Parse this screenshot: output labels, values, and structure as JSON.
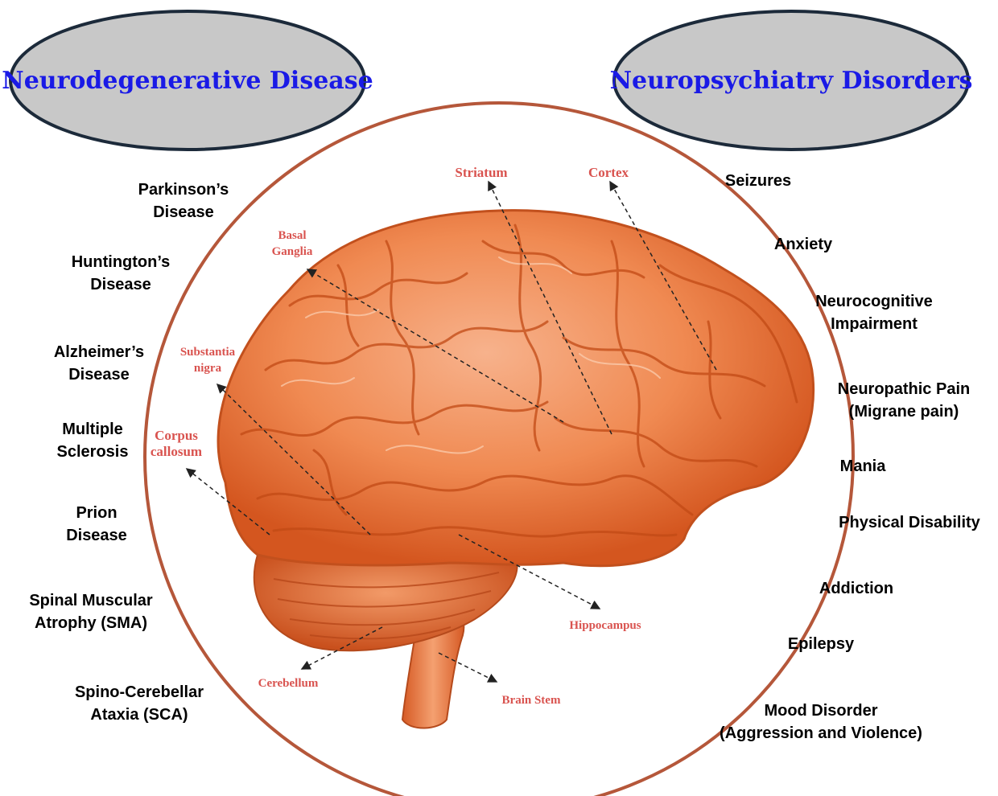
{
  "headers": {
    "left": "Neurodegenerative Disease",
    "right": "Neuropsychiatry Disorders"
  },
  "neurodegenerative": [
    "Parkinson’s\nDisease",
    "Huntington’s\nDisease",
    "Alzheimer’s\nDisease",
    "Multiple\nSclerosis",
    "Prion\nDisease",
    "Spinal Muscular\nAtrophy (SMA)",
    "Spino-Cerebellar\nAtaxia (SCA)"
  ],
  "neuropsychiatry": [
    "Seizures",
    "Anxiety",
    "Neurocognitive\nImpairment",
    "Neuropathic Pain\n(Migrane pain)",
    "Mania",
    "Physical Disability",
    "Addiction",
    "Epilepsy",
    "Mood Disorder\n(Aggression and Violence)"
  ],
  "brain_regions": {
    "striatum": "Striatum",
    "cortex": "Cortex",
    "basal_ganglia": "Basal\nGanglia",
    "substantia_nigra": "Substantia\nnigra",
    "corpus_callosum": "Corpus\ncallosum",
    "hippocampus": "Hippocampus",
    "cerebellum": "Cerebellum",
    "brain_stem": "Brain Stem"
  },
  "colors": {
    "header_fill": "#c8c8c8",
    "header_border": "#1c2a3a",
    "header_text": "#1a1ae6",
    "circle_border": "#b5573a",
    "region_label": "#d9534f",
    "brain_main": "#f08a52",
    "brain_dark": "#d85a26",
    "brain_light": "#f6b089"
  }
}
